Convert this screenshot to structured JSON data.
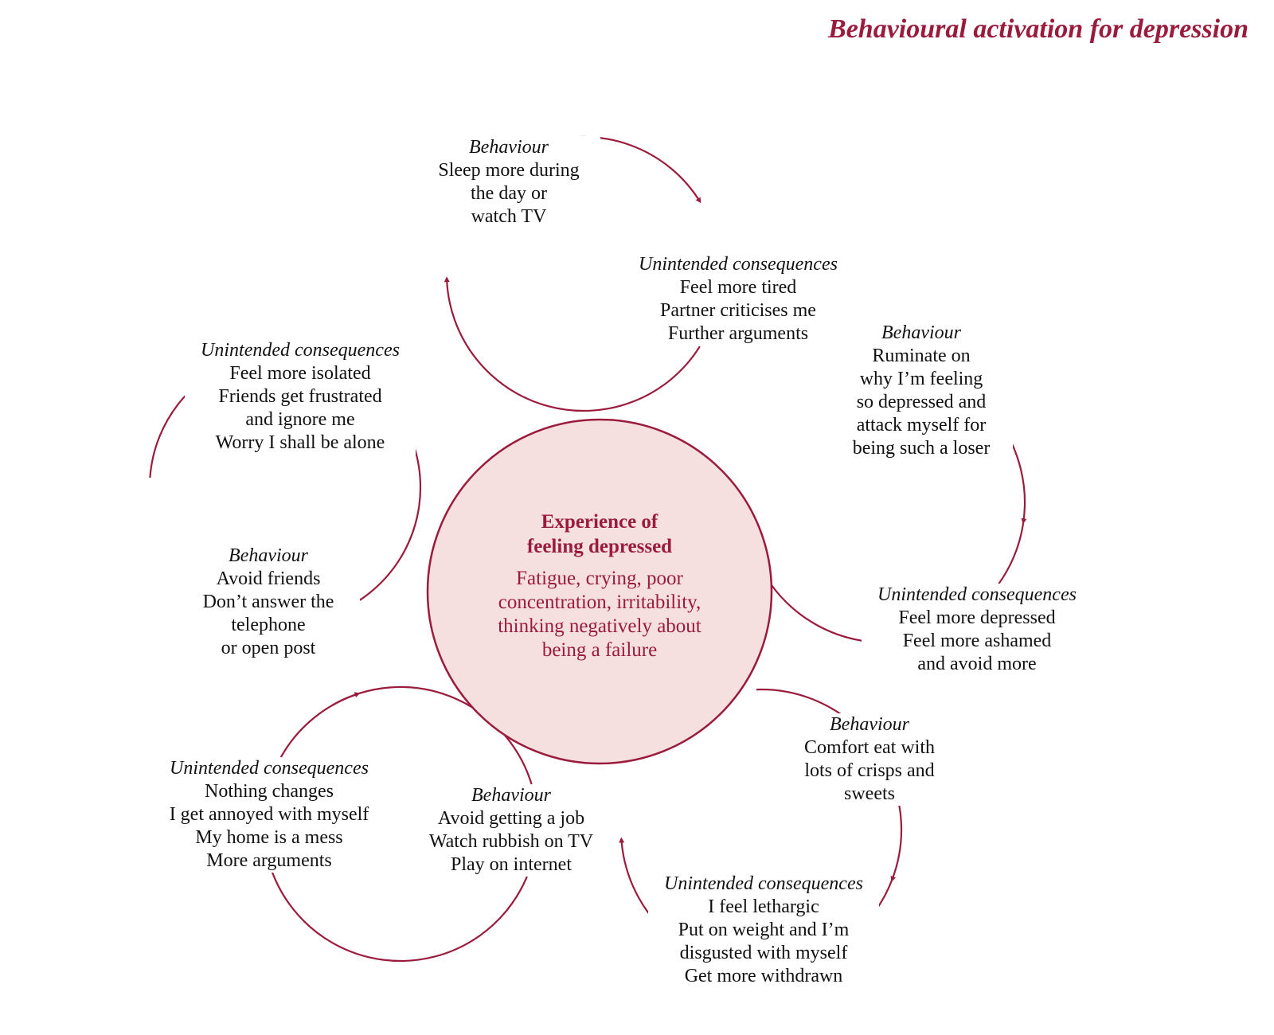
{
  "header": {
    "title": "Behavioural activation for depression"
  },
  "center": {
    "title_lines": [
      "Experience of",
      "feeling depressed"
    ],
    "description_lines": [
      "Fatigue, crying, poor",
      "concentration, irritability,",
      "thinking negatively about",
      "being a failure"
    ]
  },
  "cycles": [
    {
      "behaviour": {
        "label": "Behaviour",
        "lines": [
          "Sleep more during",
          "the day or",
          "watch TV"
        ]
      },
      "consequences": {
        "label": "Unintended consequences",
        "lines": [
          "Feel more tired",
          "Partner criticises me",
          "Further arguments"
        ]
      }
    },
    {
      "behaviour": {
        "label": "Behaviour",
        "lines": [
          "Ruminate on",
          "why I’m feeling",
          "so depressed and",
          "attack myself for",
          "being such a loser"
        ]
      },
      "consequences": {
        "label": "Unintended consequences",
        "lines": [
          "Feel more depressed",
          "Feel more ashamed",
          "and avoid more"
        ]
      }
    },
    {
      "behaviour": {
        "label": "Behaviour",
        "lines": [
          "Comfort eat with",
          "lots of crisps and",
          "sweets"
        ]
      },
      "consequences": {
        "label": "Unintended consequences",
        "lines": [
          "I feel lethargic",
          "Put on weight and I’m",
          "disgusted with myself",
          "Get more withdrawn"
        ]
      }
    },
    {
      "behaviour": {
        "label": "Behaviour",
        "lines": [
          "Avoid getting a job",
          "Watch rubbish on TV",
          "Play on internet"
        ]
      },
      "consequences": {
        "label": "Unintended consequences",
        "lines": [
          "Nothing changes",
          "I get annoyed with myself",
          "My home is a mess",
          "More arguments"
        ]
      }
    },
    {
      "behaviour": {
        "label": "Behaviour",
        "lines": [
          "Avoid friends",
          "Don’t answer the",
          "telephone",
          "or open post"
        ]
      },
      "consequences": {
        "label": "Unintended consequences",
        "lines": [
          "Feel more isolated",
          "Friends get frustrated",
          "and ignore me",
          "Worry I shall be alone"
        ]
      }
    }
  ],
  "colors": {
    "accent": "#9b1b3c",
    "center_fill": "#f6e0df",
    "text": "#111111"
  }
}
